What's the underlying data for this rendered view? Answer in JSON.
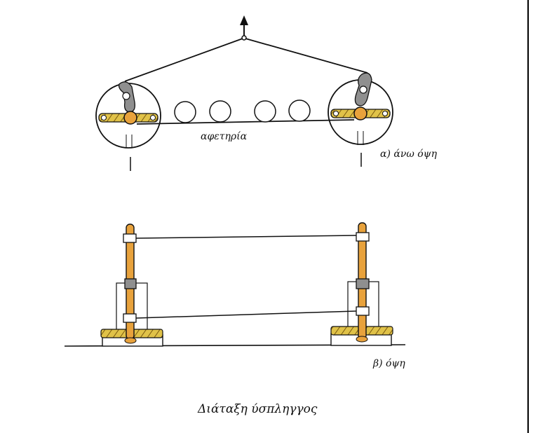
{
  "labels": {
    "start_line": "αφετηρία",
    "top_view": "α) άνω όψη",
    "side_view": "β) όψη",
    "caption": "Διάταξη ύσπληγγος"
  },
  "colors": {
    "wood": "#e8a23c",
    "rope": "#d8b93a",
    "metal": "#8a8a8a",
    "ink": "#111111"
  }
}
